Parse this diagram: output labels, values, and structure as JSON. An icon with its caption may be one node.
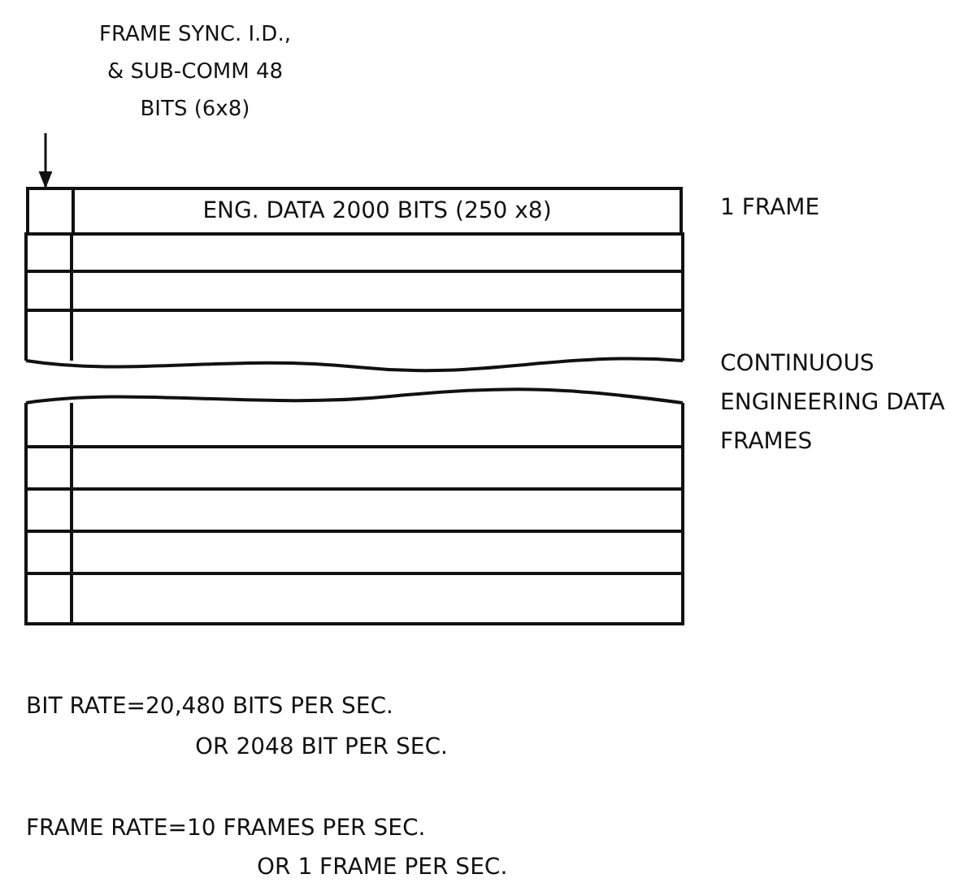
{
  "diagram": {
    "nodes": [
      {
        "text": [
          "FRAME SYNC. I.D., & SUB-COMM 48 BITS (6x8)"
        ]
      },
      {
        "text": [],
        "shape": "box"
      },
      {
        "text": [
          "ENG. DATA 2000 BITS (250 x8)"
        ]
      }
    ],
    "edges": [
      {
        "from": 0,
        "to": 1,
        "arrow": "to"
      }
    ],
    "labels": [
      "1 FRAME",
      "CONTINUOUS ENGINEERING DATA FRAMES",
      "BIT RATE=20,480 BITS PER SEC.",
      "OR 2048 BIT PER SEC.",
      "FRAME RATE=10 FRAMES PER SEC.",
      "OR 1 FRAME PER SEC."
    ]
  }
}
